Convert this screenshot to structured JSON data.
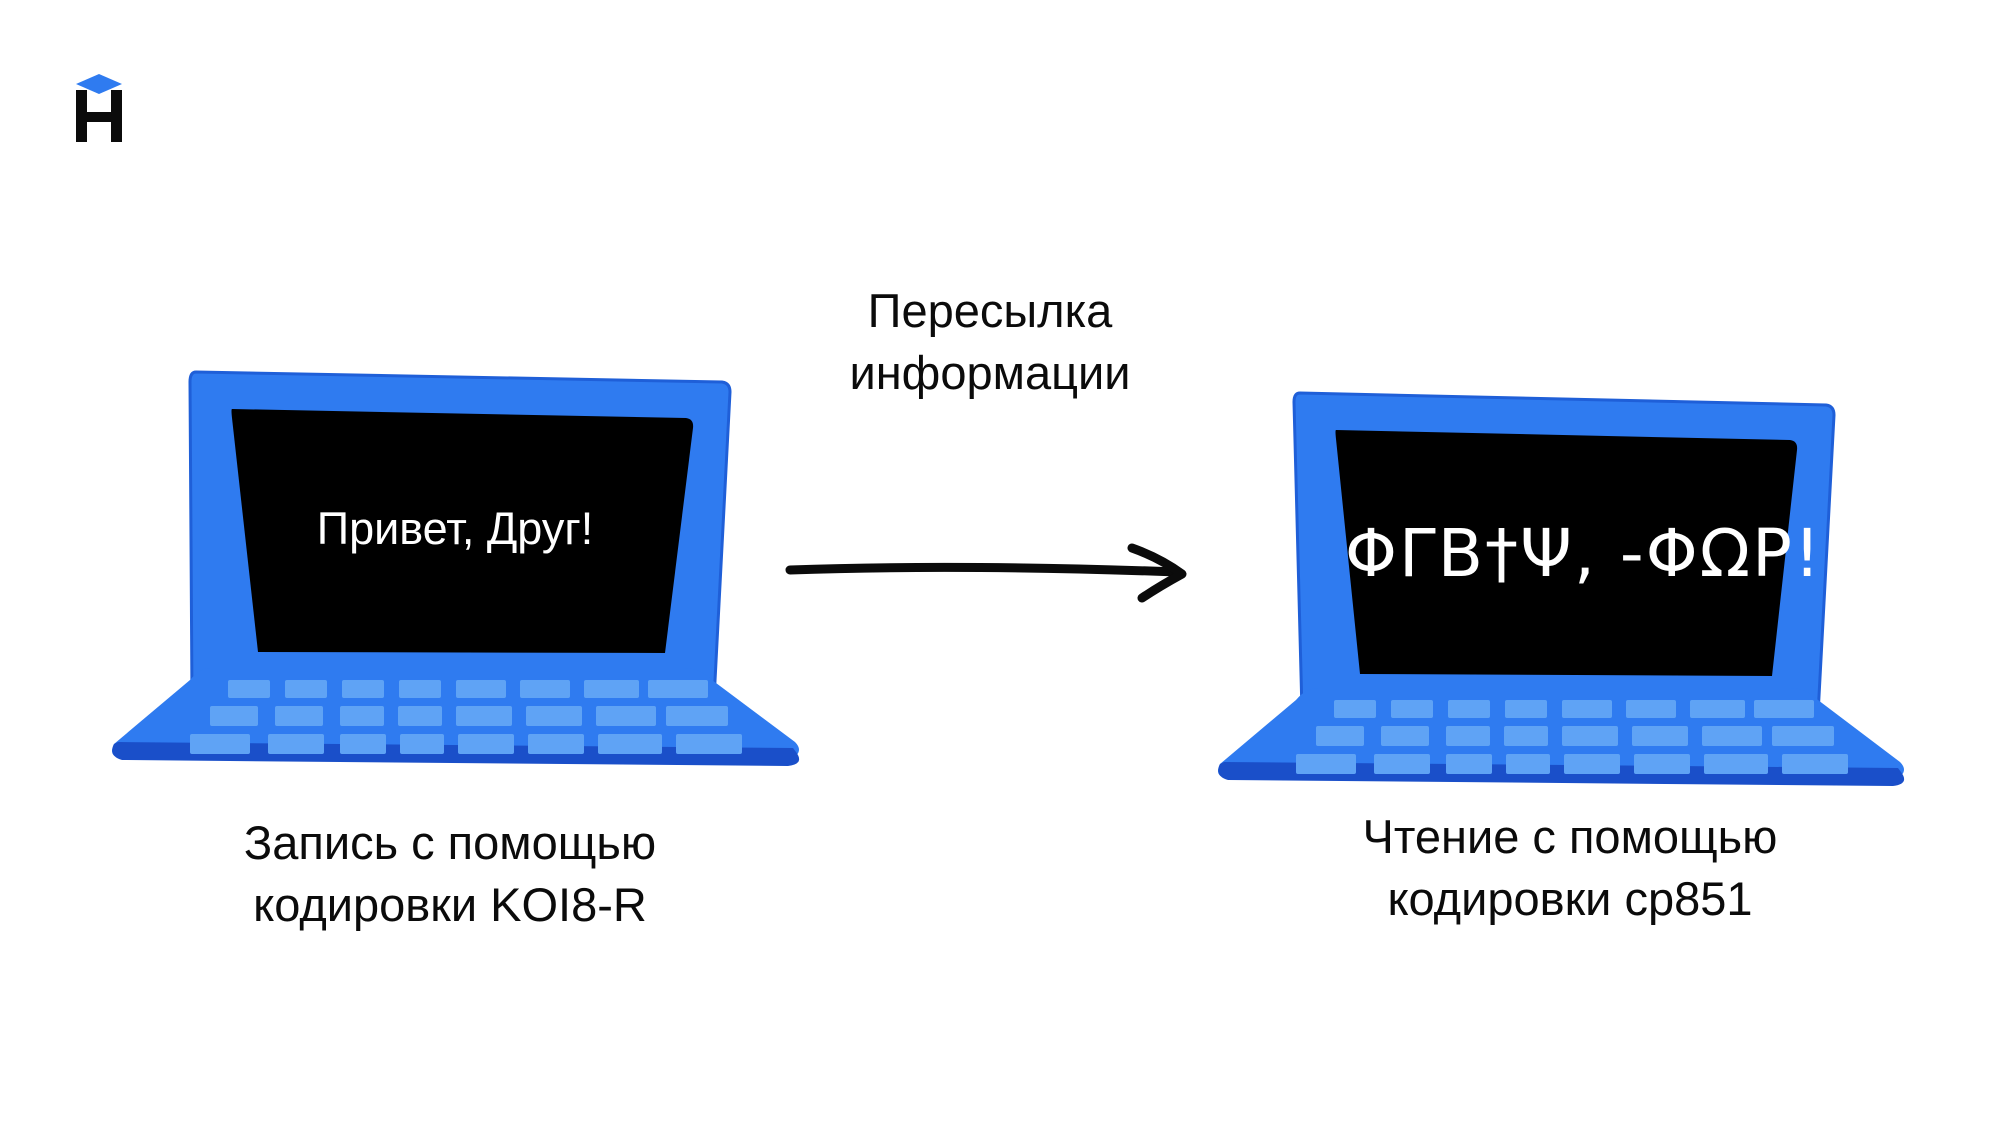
{
  "brand": {
    "logo_letter": "H",
    "accent": "#2f7bf0"
  },
  "transfer": {
    "line1": "Пересылка",
    "line2": "информации"
  },
  "left_laptop": {
    "screen_text": "Привет, Друг!",
    "caption_line1": "Запись с помощью",
    "caption_line2": "кодировки KOI8-R"
  },
  "right_laptop": {
    "screen_text": "ΦΓΒ†Ψ, -ΦΩΡ!",
    "caption_line1": "Чтение с помощью",
    "caption_line2": "кодировки cp851"
  },
  "colors": {
    "laptop_body": "#2f7bf0",
    "laptop_outline": "#1a52c9",
    "screen": "#000000",
    "key": "#5fa3f5"
  }
}
